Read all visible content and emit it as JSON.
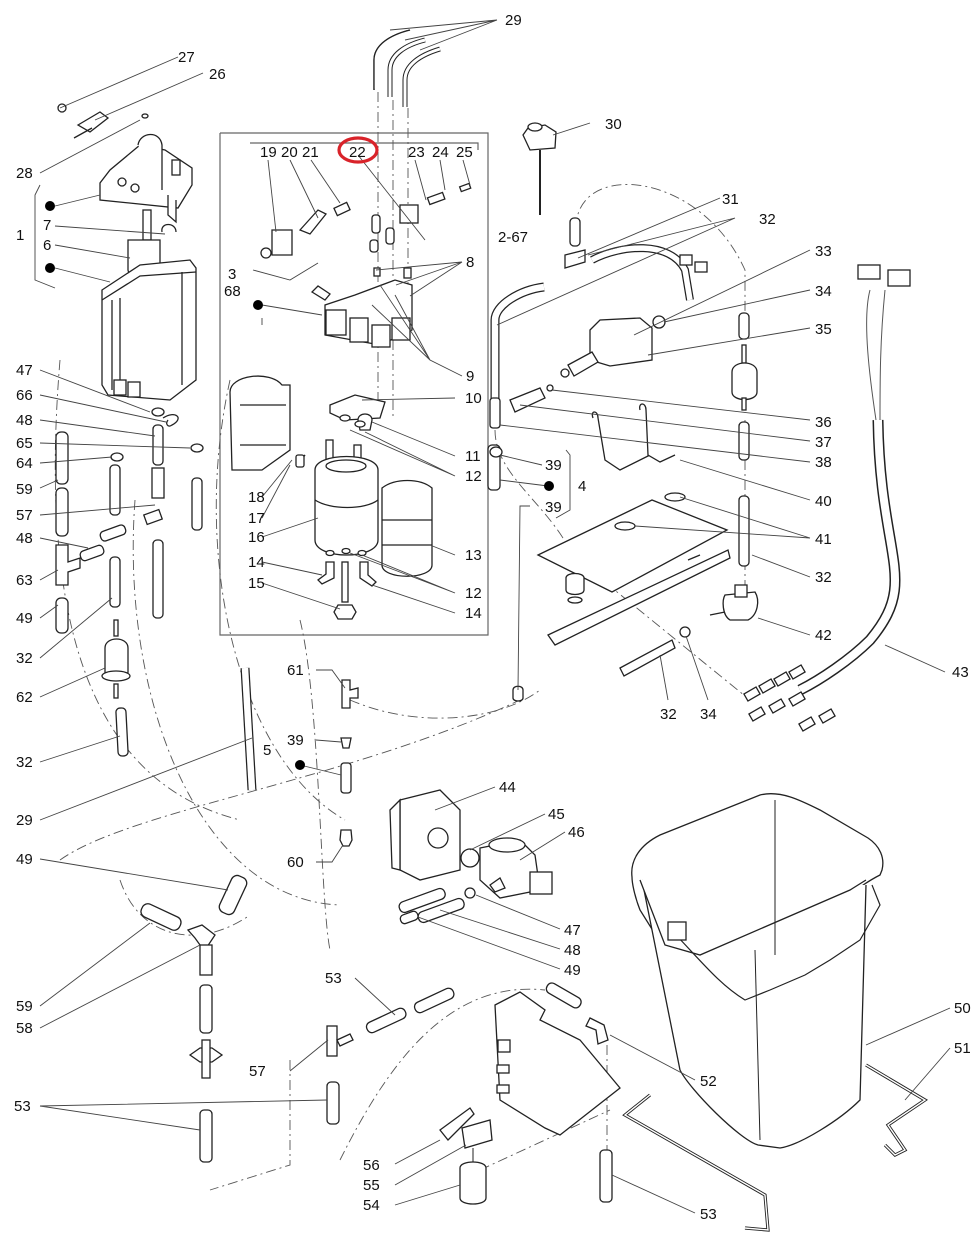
{
  "diagram": {
    "type": "exploded-parts-diagram",
    "subject": "water tank, boiler, pump and drain bucket assembly",
    "highlight": {
      "label": "22",
      "color": "#d9232a",
      "shape": "ellipse"
    },
    "group_labels": [
      "1",
      "2-67",
      "3",
      "68",
      "4",
      "5"
    ],
    "callouts": [
      {
        "id": "c27",
        "text": "27"
      },
      {
        "id": "c26",
        "text": "26"
      },
      {
        "id": "c28",
        "text": "28"
      },
      {
        "id": "c1",
        "text": "1"
      },
      {
        "id": "c7",
        "text": "7"
      },
      {
        "id": "c6",
        "text": "6"
      },
      {
        "id": "c19",
        "text": "19"
      },
      {
        "id": "c20",
        "text": "20"
      },
      {
        "id": "c21",
        "text": "21"
      },
      {
        "id": "c22",
        "text": "22"
      },
      {
        "id": "c23",
        "text": "23"
      },
      {
        "id": "c24",
        "text": "24"
      },
      {
        "id": "c25",
        "text": "25"
      },
      {
        "id": "c29a",
        "text": "29"
      },
      {
        "id": "c30",
        "text": "30"
      },
      {
        "id": "c2_67",
        "text": "2-67"
      },
      {
        "id": "c3",
        "text": "3"
      },
      {
        "id": "c68",
        "text": "68"
      },
      {
        "id": "c8",
        "text": "8"
      },
      {
        "id": "c9",
        "text": "9"
      },
      {
        "id": "c31",
        "text": "31"
      },
      {
        "id": "c32a",
        "text": "32"
      },
      {
        "id": "c33",
        "text": "33"
      },
      {
        "id": "c34a",
        "text": "34"
      },
      {
        "id": "c35",
        "text": "35"
      },
      {
        "id": "c36",
        "text": "36"
      },
      {
        "id": "c37",
        "text": "37"
      },
      {
        "id": "c38",
        "text": "38"
      },
      {
        "id": "c39a",
        "text": "39"
      },
      {
        "id": "c4",
        "text": "4"
      },
      {
        "id": "c39b",
        "text": "39"
      },
      {
        "id": "c40",
        "text": "40"
      },
      {
        "id": "c41",
        "text": "41"
      },
      {
        "id": "c32b",
        "text": "32"
      },
      {
        "id": "c42",
        "text": "42"
      },
      {
        "id": "c43",
        "text": "43"
      },
      {
        "id": "c32c",
        "text": "32"
      },
      {
        "id": "c34b",
        "text": "34"
      },
      {
        "id": "c10",
        "text": "10"
      },
      {
        "id": "c11",
        "text": "11"
      },
      {
        "id": "c12a",
        "text": "12"
      },
      {
        "id": "c18",
        "text": "18"
      },
      {
        "id": "c17",
        "text": "17"
      },
      {
        "id": "c16",
        "text": "16"
      },
      {
        "id": "c13",
        "text": "13"
      },
      {
        "id": "c14a",
        "text": "14"
      },
      {
        "id": "c15",
        "text": "15"
      },
      {
        "id": "c12b",
        "text": "12"
      },
      {
        "id": "c14b",
        "text": "14"
      },
      {
        "id": "c47a",
        "text": "47"
      },
      {
        "id": "c66",
        "text": "66"
      },
      {
        "id": "c48a",
        "text": "48"
      },
      {
        "id": "c65",
        "text": "65"
      },
      {
        "id": "c64",
        "text": "64"
      },
      {
        "id": "c59a",
        "text": "59"
      },
      {
        "id": "c57a",
        "text": "57"
      },
      {
        "id": "c48b",
        "text": "48"
      },
      {
        "id": "c63",
        "text": "63"
      },
      {
        "id": "c49a",
        "text": "49"
      },
      {
        "id": "c32d",
        "text": "32"
      },
      {
        "id": "c62",
        "text": "62"
      },
      {
        "id": "c32e",
        "text": "32"
      },
      {
        "id": "c29b",
        "text": "29"
      },
      {
        "id": "c49b",
        "text": "49"
      },
      {
        "id": "c61",
        "text": "61"
      },
      {
        "id": "c5",
        "text": "5"
      },
      {
        "id": "c39c",
        "text": "39"
      },
      {
        "id": "c60",
        "text": "60"
      },
      {
        "id": "c44",
        "text": "44"
      },
      {
        "id": "c45",
        "text": "45"
      },
      {
        "id": "c46",
        "text": "46"
      },
      {
        "id": "c47b",
        "text": "47"
      },
      {
        "id": "c48c",
        "text": "48"
      },
      {
        "id": "c49c",
        "text": "49"
      },
      {
        "id": "c59b",
        "text": "59"
      },
      {
        "id": "c58",
        "text": "58"
      },
      {
        "id": "c53a",
        "text": "53"
      },
      {
        "id": "c57b",
        "text": "57"
      },
      {
        "id": "c53b",
        "text": "53"
      },
      {
        "id": "c56",
        "text": "56"
      },
      {
        "id": "c55",
        "text": "55"
      },
      {
        "id": "c54",
        "text": "54"
      },
      {
        "id": "c52",
        "text": "52"
      },
      {
        "id": "c53c",
        "text": "53"
      },
      {
        "id": "c50",
        "text": "50"
      },
      {
        "id": "c51",
        "text": "51"
      }
    ]
  }
}
